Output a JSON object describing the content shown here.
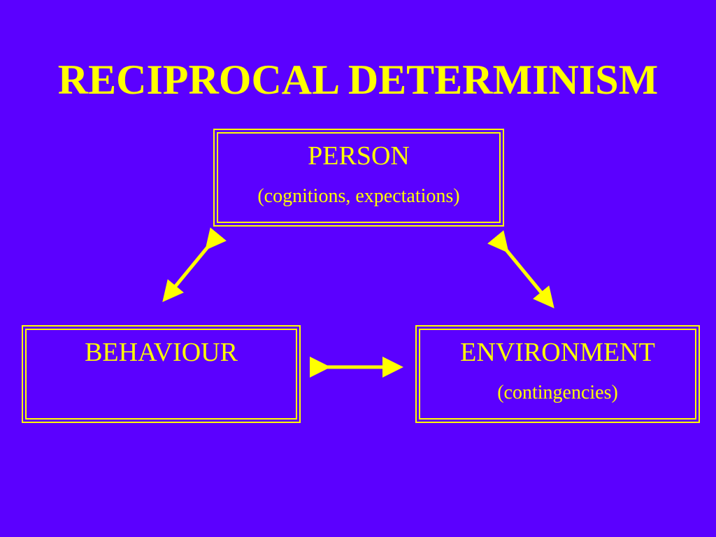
{
  "slide": {
    "title": "RECIPROCAL DETERMINISM",
    "background_color": "#5b00ff",
    "accent_color": "#ffff00"
  },
  "nodes": {
    "person": {
      "label": "PERSON",
      "sub": "(cognitions, expectations)"
    },
    "behaviour": {
      "label": "BEHAVIOUR",
      "sub": ""
    },
    "environment": {
      "label": "ENVIRONMENT",
      "sub": "(contingencies)"
    }
  },
  "edges": [
    {
      "from": "person",
      "to": "behaviour",
      "type": "bidirectional"
    },
    {
      "from": "person",
      "to": "environment",
      "type": "bidirectional"
    },
    {
      "from": "behaviour",
      "to": "environment",
      "type": "bidirectional"
    }
  ]
}
